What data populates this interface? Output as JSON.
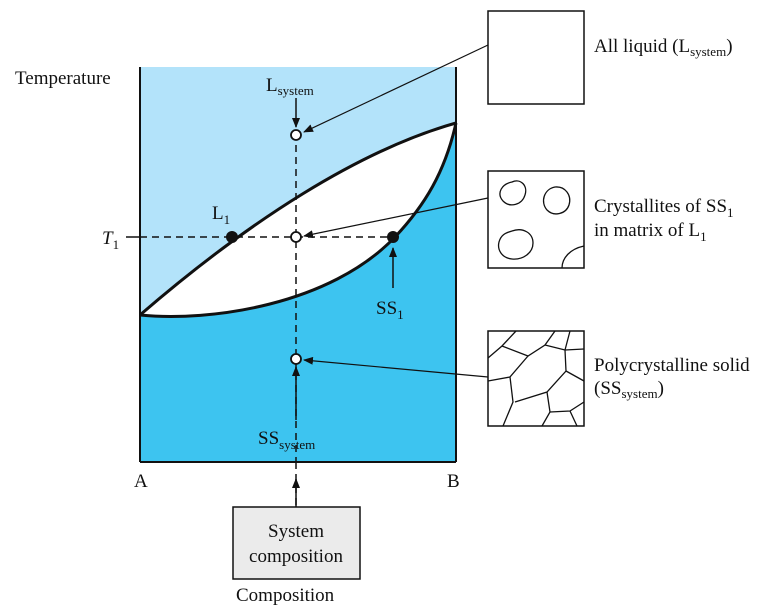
{
  "labels": {
    "y_axis": "Temperature",
    "x_axis": "Composition",
    "end_a": "A",
    "end_b": "B",
    "t1": "T",
    "t1_sub": "1",
    "l_system": "L",
    "l_system_sub": "system",
    "l1": "L",
    "l1_sub": "1",
    "ss1": "SS",
    "ss1_sub": "1",
    "ss_system": "SS",
    "ss_system_sub": "system",
    "composition_box_line1": "System",
    "composition_box_line2": "composition"
  },
  "insets": {
    "liquid": {
      "pre": "All liquid (L",
      "sub": "system",
      "post": ")"
    },
    "crystallites": {
      "line1_pre": "Crystallites of SS",
      "line1_sub": "1",
      "line2_pre": "in matrix of L",
      "line2_sub": "1"
    },
    "solid": {
      "line1": "Polycrystalline solid",
      "line2_pre": "(SS",
      "line2_sub": "system",
      "line2_post": ")"
    }
  },
  "colors": {
    "liquid_region": "#b3e3fa",
    "solid_region": "#3dc4f0",
    "two_phase_region": "#ffffff",
    "composition_box_fill": "#ebebeb",
    "line": "#111111"
  }
}
